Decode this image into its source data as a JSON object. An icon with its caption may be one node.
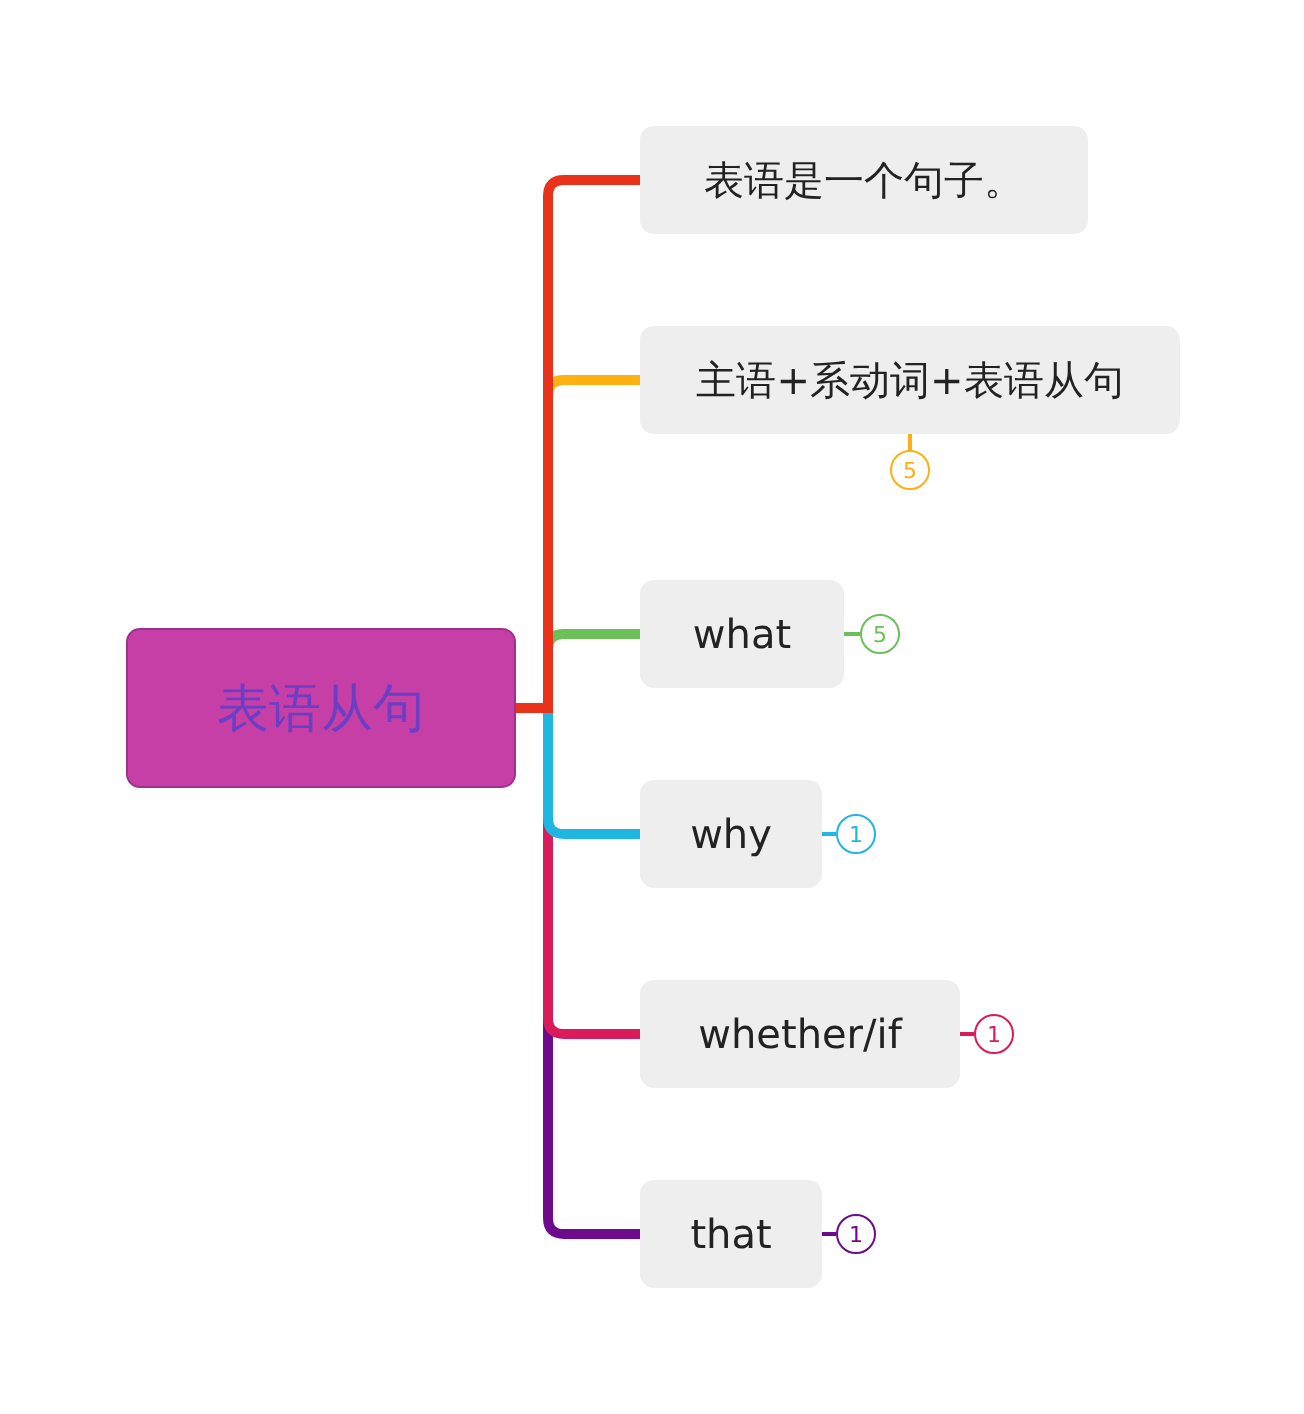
{
  "diagram": {
    "nodes": [
      {
        "text": [
          "表语从句"
        ]
      },
      {
        "text": [
          "表语是一个句子。"
        ]
      },
      {
        "text": [
          "主语+系动词+表语从句"
        ]
      },
      {
        "text": [
          "what"
        ]
      },
      {
        "text": [
          "why"
        ]
      },
      {
        "text": [
          "whether/if"
        ]
      },
      {
        "text": [
          "that"
        ]
      },
      {
        "text": [
          "5"
        ]
      },
      {
        "text": [
          "5"
        ]
      },
      {
        "text": [
          "1"
        ]
      },
      {
        "text": [
          "1"
        ]
      },
      {
        "text": [
          "1"
        ]
      }
    ],
    "edges": [
      {
        "from": 0,
        "to": 1,
        "arrow": "none",
        "color": "#e8321a"
      },
      {
        "from": 0,
        "to": 2,
        "arrow": "none",
        "color": "#fdb012"
      },
      {
        "from": 0,
        "to": 3,
        "arrow": "none",
        "color": "#6cc05a"
      },
      {
        "from": 0,
        "to": 4,
        "arrow": "none",
        "color": "#1fb6e2"
      },
      {
        "from": 0,
        "to": 5,
        "arrow": "none",
        "color": "#d81b5a"
      },
      {
        "from": 0,
        "to": 6,
        "arrow": "none",
        "color": "#6e0a8c"
      },
      {
        "from": 2,
        "to": 7,
        "arrow": "none",
        "color": "#fdb012"
      },
      {
        "from": 3,
        "to": 8,
        "arrow": "none",
        "color": "#6cc05a"
      },
      {
        "from": 4,
        "to": 9,
        "arrow": "none",
        "color": "#1fb6e2"
      },
      {
        "from": 5,
        "to": 10,
        "arrow": "none",
        "color": "#d81b5a"
      },
      {
        "from": 6,
        "to": 11,
        "arrow": "none",
        "color": "#6e0a8c"
      }
    ]
  }
}
